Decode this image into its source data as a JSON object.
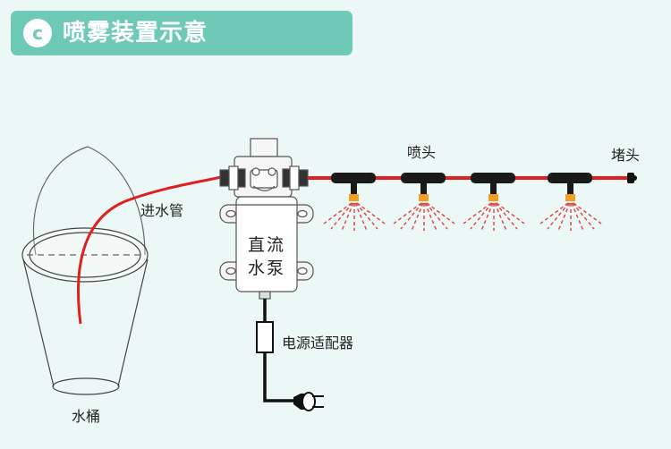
{
  "title": "喷雾装置示意",
  "badge_icon": "c-circle-icon",
  "colors": {
    "banner": "#6ec9b7",
    "background": "#ecf8f5",
    "tube": "#e02020",
    "mist": "#e04a4a",
    "nozzle": "#f0a020"
  },
  "labels": {
    "inlet_pipe": "进水管",
    "pump_line1": "直流",
    "pump_line2": "水泵",
    "nozzle": "喷头",
    "end_cap": "堵头",
    "adapter": "电源适配器",
    "bucket": "水桶"
  }
}
